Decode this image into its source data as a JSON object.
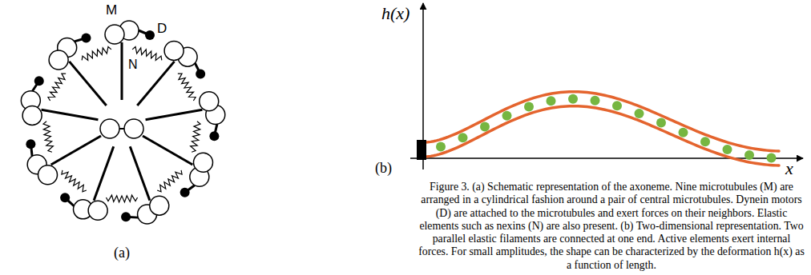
{
  "diagram": {
    "caption": "Figure 3. (a) Schematic representation of the axoneme. Nine microtubules (M) are arranged in a cylindrical fashion around a pair of central microtubules. Dynein motors (D) are attached to the microtubules and exert forces on their neighbors. Elastic elements such as nexins (N) are also present. (b) Two-dimensional representation. Two parallel elastic filaments are connected at one end. Active elements exert internal forces. For small amplitudes, the shape can be characterized by the deformation h(x) as a function of length.",
    "labels": [
      "M",
      "D",
      "N",
      "(a)",
      "(b)",
      "h(x)",
      "x"
    ]
  }
}
